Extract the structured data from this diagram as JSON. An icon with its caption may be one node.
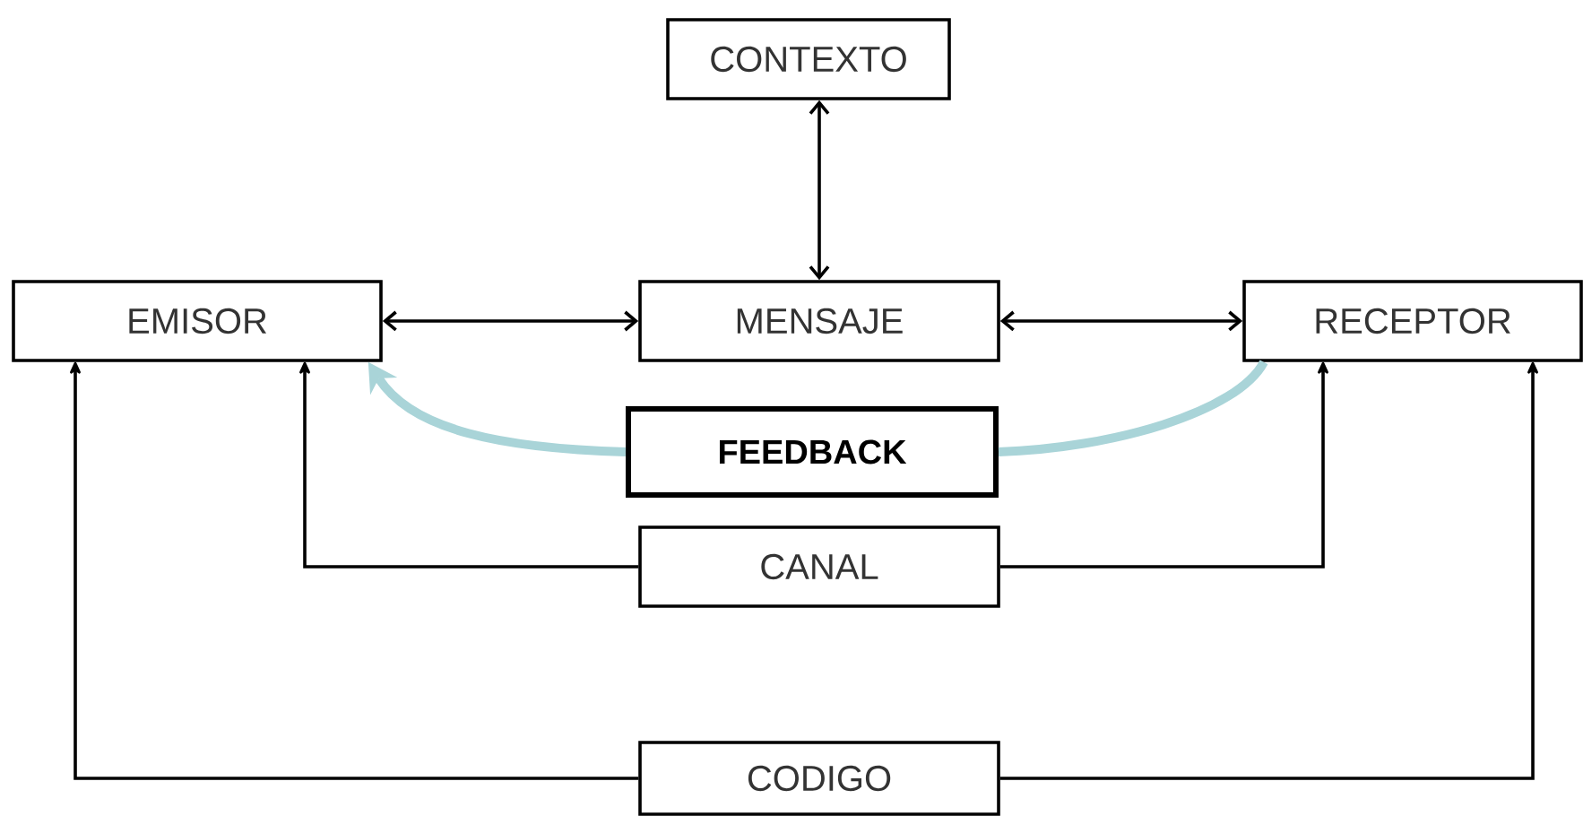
{
  "diagram": {
    "nodes": [
      {
        "text": [
          "CONTEXTO"
        ]
      },
      {
        "text": [
          "EMISOR"
        ]
      },
      {
        "text": [
          "MENSAJE"
        ]
      },
      {
        "text": [
          "RECEPTOR"
        ]
      },
      {
        "text": [
          "FEEDBACK"
        ]
      },
      {
        "text": [
          "CANAL"
        ]
      },
      {
        "text": [
          "CODIGO"
        ]
      }
    ],
    "edges": [
      {
        "from": 0,
        "to": 2,
        "arrow": "both"
      },
      {
        "from": 1,
        "to": 2,
        "arrow": "both"
      },
      {
        "from": 2,
        "to": 3,
        "arrow": "both"
      },
      {
        "from": 3,
        "to": 4,
        "arrow": "none",
        "style": "thick",
        "color": "#a9d4d8"
      },
      {
        "from": 4,
        "to": 1,
        "arrow": "to",
        "style": "thick",
        "color": "#a9d4d8"
      },
      {
        "from": 5,
        "to": 1,
        "arrow": "to"
      },
      {
        "from": 5,
        "to": 3,
        "arrow": "to"
      },
      {
        "from": 6,
        "to": 1,
        "arrow": "to"
      },
      {
        "from": 6,
        "to": 3,
        "arrow": "to"
      }
    ]
  }
}
